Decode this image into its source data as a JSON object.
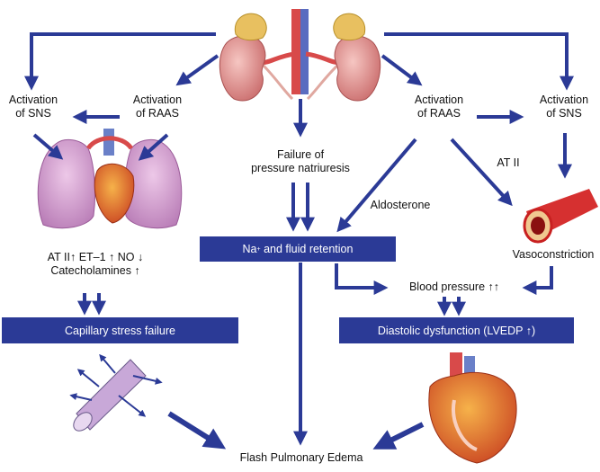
{
  "labels": {
    "activation_sns_left": [
      "Activation",
      "of SNS"
    ],
    "activation_raas_left": [
      "Activation",
      "of RAAS"
    ],
    "activation_raas_right": [
      "Activation",
      "of RAAS"
    ],
    "activation_sns_right": [
      "Activation",
      "of SNS"
    ],
    "failure_pressure_natriuresis": [
      "Failure of",
      "pressure natriuresis"
    ],
    "aldosterone": "Aldosterone",
    "at_ii": "AT II",
    "mediators": [
      "AT II↑ ET–1 ↑ NO ↓",
      "Catecholamines ↑"
    ],
    "vasoconstriction": "Vasoconstriction",
    "blood_pressure": "Blood pressure  ↑↑",
    "flash_pulmonary_edema": "Flash Pulmonary Edema"
  },
  "boxes": {
    "na_retention_symbol": "Na",
    "na_retention_sup": "+",
    "na_retention_rest": " and fluid retention",
    "capillary_stress_failure": "Capillary stress failure",
    "diastolic_dysfunction": "Diastolic dysfunction (LVEDP ↑)"
  },
  "colors": {
    "arrow": "#2b3a96",
    "box": "#2b3a96",
    "kidney": "#e8a0a0",
    "adrenal": "#e8c060",
    "lung": "#c994c8",
    "heart": "#e06a4a",
    "vessel": "#c8a8d8",
    "artery": "#d63030"
  },
  "icons": [
    "kidneys-icon",
    "lungs-heart-icon",
    "artery-icon",
    "vessel-icon",
    "heart-icon"
  ]
}
